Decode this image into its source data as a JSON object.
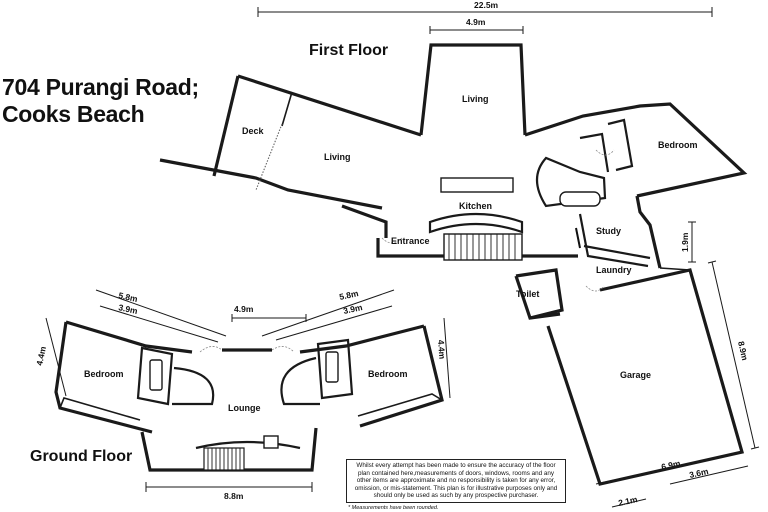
{
  "title": {
    "line1": "704 Purangi Road;",
    "line2": "Cooks Beach"
  },
  "floors": {
    "first": "First Floor",
    "ground": "Ground Floor"
  },
  "rooms": {
    "deck": "Deck",
    "living_left": "Living",
    "living_top": "Living",
    "kitchen": "Kitchen",
    "entrance": "Entrance",
    "bedroom_upper": "Bedroom",
    "study": "Study",
    "laundry": "Laundry",
    "toilet": "Toilet",
    "garage": "Garage",
    "bedroom_ground_left": "Bedroom",
    "bedroom_ground_right": "Bedroom",
    "lounge": "Lounge"
  },
  "dimensions": {
    "overall_width": "22.5m",
    "living_top_width": "4.9m",
    "study_height": "1.9m",
    "garage_height": "8.9m",
    "garage_width": "6.9m",
    "garage_door": "3.6m",
    "garage_side": "2.1m",
    "ground_left_outer": "5.8m",
    "ground_left_inner": "3.9m",
    "ground_center": "4.9m",
    "ground_right_outer": "5.8m",
    "ground_right_inner": "3.9m",
    "ground_left_height": "4.4m",
    "ground_right_height": "4.4m",
    "ground_bottom": "8.8m"
  },
  "disclaimer": "Whilst every attempt has been made to ensure the accuracy of the floor plan contained here,measurements of doors, windows, rooms and any other items are approximate and no responsibility is taken for any error, omission, or mis-statement. This plan is for illustrative purposes only and should only be used as such by any prospective purchaser.",
  "footnote": "* Measurements have been rounded."
}
